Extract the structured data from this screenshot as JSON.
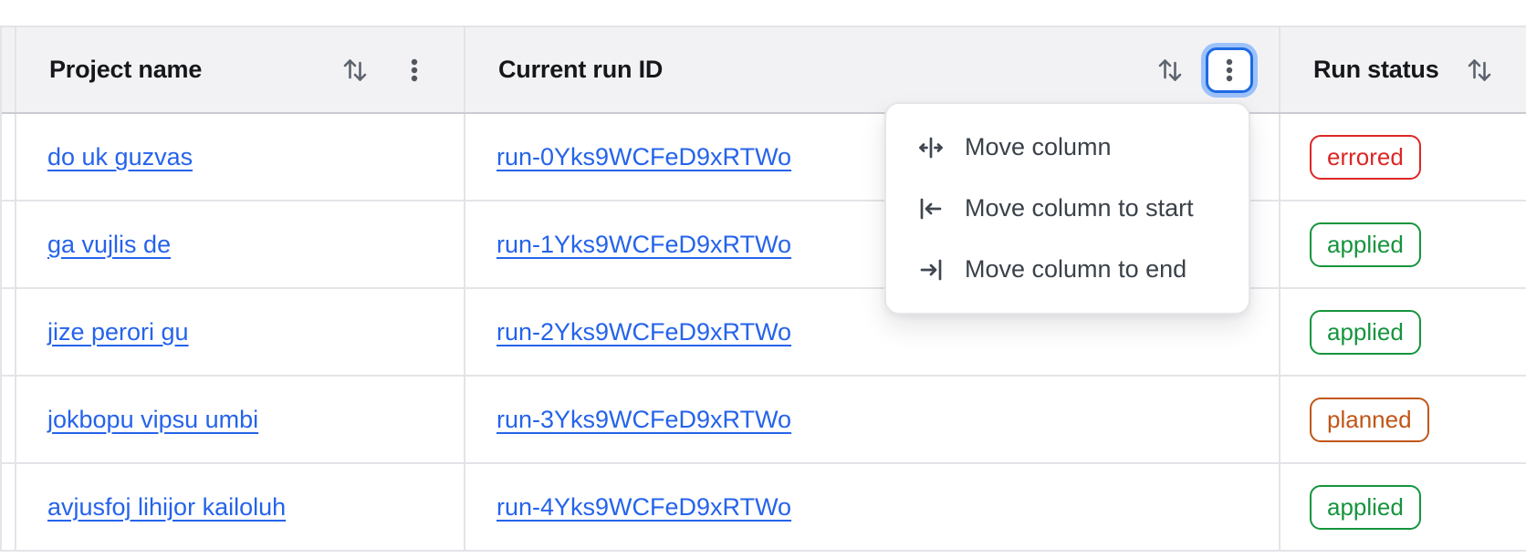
{
  "table": {
    "columns": [
      {
        "label": "Project name"
      },
      {
        "label": "Current run ID"
      },
      {
        "label": "Run status"
      }
    ],
    "rows": [
      {
        "project": "do uk guzvas",
        "run_id": "run-0Yks9WCFeD9xRTWo",
        "status": "errored"
      },
      {
        "project": "ga vujlis de",
        "run_id": "run-1Yks9WCFeD9xRTWo",
        "status": "applied"
      },
      {
        "project": "jize perori gu",
        "run_id": "run-2Yks9WCFeD9xRTWo",
        "status": "applied"
      },
      {
        "project": "jokbopu vipsu umbi",
        "run_id": "run-3Yks9WCFeD9xRTWo",
        "status": "planned"
      },
      {
        "project": "avjusfoj lihijor kailoluh",
        "run_id": "run-4Yks9WCFeD9xRTWo",
        "status": "applied"
      }
    ]
  },
  "menu": {
    "items": [
      {
        "label": "Move column"
      },
      {
        "label": "Move column to start"
      },
      {
        "label": "Move column to end"
      }
    ]
  },
  "colors": {
    "link": "#2563eb",
    "errored": "#dc2626",
    "applied": "#15943d",
    "planned": "#c05617",
    "focus_ring": "#1e6ae4",
    "header_bg": "#f2f2f4",
    "border": "#e3e4e8"
  }
}
